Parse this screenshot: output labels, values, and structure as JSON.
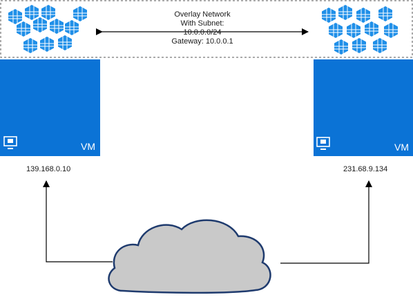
{
  "overlay": {
    "lines": [
      "Overlay Network",
      "With Subnet:",
      "10.0.0.0/24",
      "Gateway: 10.0.0.1"
    ]
  },
  "vm_left": {
    "label": "VM",
    "ip": "139.168.0.10"
  },
  "vm_right": {
    "label": "VM",
    "ip": "231.68.9.134"
  },
  "colors": {
    "vm_fill": "#0b73d6",
    "container_fill": "#1f8fe8",
    "cloud_fill": "#c9c9c9",
    "cloud_stroke": "#1f3b6e",
    "line": "#000000",
    "dash": "#555555"
  },
  "icons": {
    "cluster": "container-cluster-icon",
    "monitor": "monitor-icon",
    "cloud": "cloud-icon"
  }
}
